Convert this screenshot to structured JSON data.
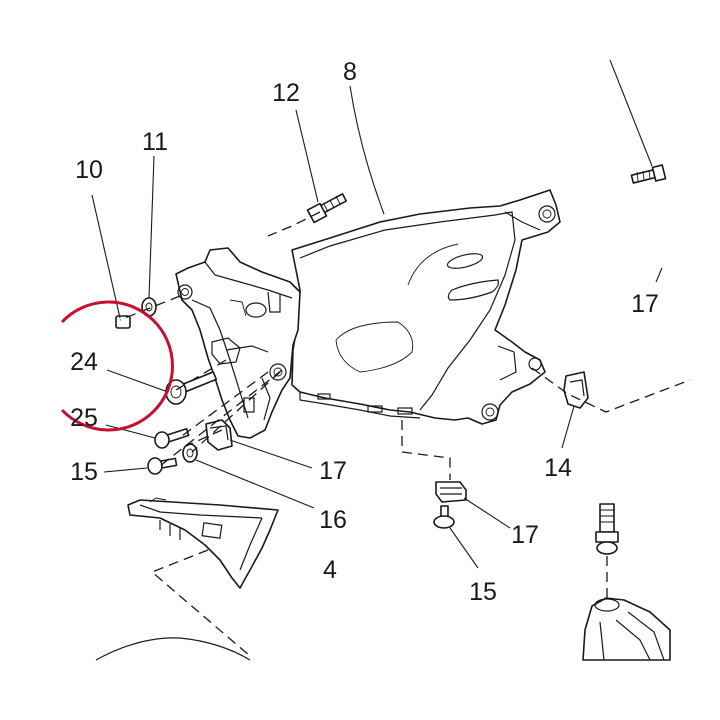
{
  "diagram": {
    "callouts": [
      {
        "id": "c8",
        "number": "8"
      },
      {
        "id": "c12",
        "number": "12"
      },
      {
        "id": "c11",
        "number": "11"
      },
      {
        "id": "c10",
        "number": "10"
      },
      {
        "id": "c24",
        "number": "24"
      },
      {
        "id": "c25",
        "number": "25"
      },
      {
        "id": "c15a",
        "number": "15"
      },
      {
        "id": "c16",
        "number": "16"
      },
      {
        "id": "c17a",
        "number": "17"
      },
      {
        "id": "c4",
        "number": "4"
      },
      {
        "id": "c17b",
        "number": "17"
      },
      {
        "id": "c15b",
        "number": "15"
      },
      {
        "id": "c14",
        "number": "14"
      },
      {
        "id": "c17c",
        "number": "17"
      }
    ],
    "highlight": {
      "number": "24",
      "color": "#c8102e"
    }
  }
}
